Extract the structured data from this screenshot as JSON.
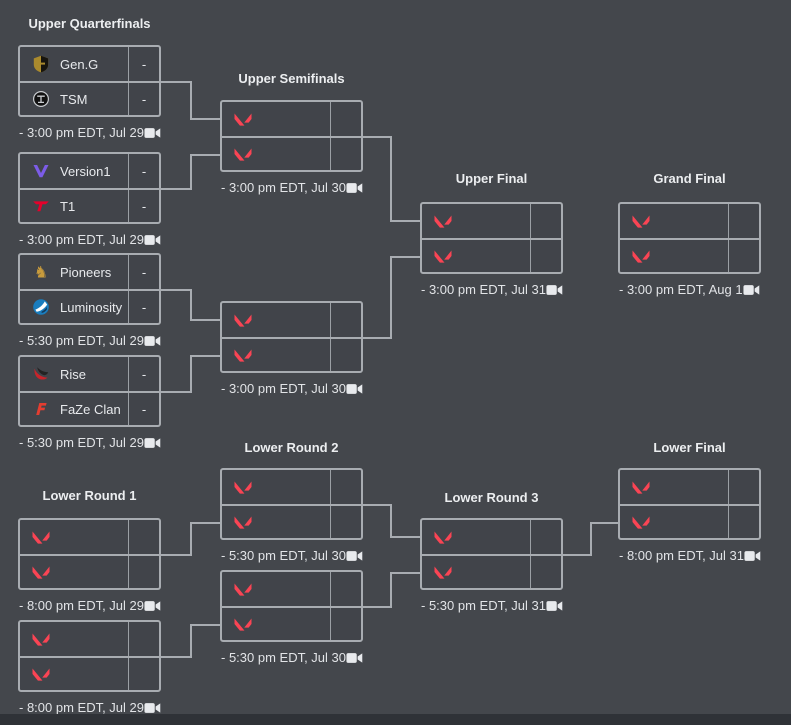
{
  "colors": {
    "background": "#44474C",
    "panel_border": "#A8ACB1",
    "text": "#E8EAED",
    "valorant_red": "#FA4454",
    "footer_strip": "#2F3237"
  },
  "bracket": {
    "rounds": [
      {
        "id": "upper-quarterfinals",
        "label": "Upper Quarterfinals"
      },
      {
        "id": "upper-semifinals",
        "label": "Upper Semifinals"
      },
      {
        "id": "upper-final",
        "label": "Upper Final"
      },
      {
        "id": "grand-final",
        "label": "Grand Final"
      },
      {
        "id": "lower-round-1",
        "label": "Lower Round 1"
      },
      {
        "id": "lower-round-2",
        "label": "Lower Round 2"
      },
      {
        "id": "lower-round-3",
        "label": "Lower Round 3"
      },
      {
        "id": "lower-final",
        "label": "Lower Final"
      }
    ],
    "matches": [
      {
        "id": "uqf1",
        "round": "upper-quarterfinals",
        "teams": [
          {
            "name": "Gen.G",
            "logo": "geng-logo",
            "score": "-"
          },
          {
            "name": "TSM",
            "logo": "tsm-logo",
            "score": "-"
          }
        ],
        "time": "- 3:00 pm EDT, Jul 29",
        "stream_icon": "video-camera-icon"
      },
      {
        "id": "uqf2",
        "round": "upper-quarterfinals",
        "teams": [
          {
            "name": "Version1",
            "logo": "version1-logo",
            "score": "-"
          },
          {
            "name": "T1",
            "logo": "t1-logo",
            "score": "-"
          }
        ],
        "time": "- 3:00 pm EDT, Jul 29",
        "stream_icon": "video-camera-icon"
      },
      {
        "id": "uqf3",
        "round": "upper-quarterfinals",
        "teams": [
          {
            "name": "Pioneers",
            "logo": "pioneers-logo",
            "score": "-"
          },
          {
            "name": "Luminosity",
            "logo": "luminosity-logo",
            "score": "-"
          }
        ],
        "time": "- 5:30 pm EDT, Jul 29",
        "stream_icon": "video-camera-icon"
      },
      {
        "id": "uqf4",
        "round": "upper-quarterfinals",
        "teams": [
          {
            "name": "Rise",
            "logo": "rise-logo",
            "score": "-"
          },
          {
            "name": "FaZe Clan",
            "logo": "faze-logo",
            "score": "-"
          }
        ],
        "time": "- 5:30 pm EDT, Jul 29",
        "stream_icon": "video-camera-icon"
      },
      {
        "id": "usf1",
        "round": "upper-semifinals",
        "teams": [
          {
            "name": "",
            "logo": "valorant-icon",
            "score": ""
          },
          {
            "name": "",
            "logo": "valorant-icon",
            "score": ""
          }
        ],
        "time": "- 3:00 pm EDT, Jul 30",
        "stream_icon": "video-camera-icon"
      },
      {
        "id": "usf2",
        "round": "upper-semifinals",
        "teams": [
          {
            "name": "",
            "logo": "valorant-icon",
            "score": ""
          },
          {
            "name": "",
            "logo": "valorant-icon",
            "score": ""
          }
        ],
        "time": "- 3:00 pm EDT, Jul 30",
        "stream_icon": "video-camera-icon"
      },
      {
        "id": "uf",
        "round": "upper-final",
        "teams": [
          {
            "name": "",
            "logo": "valorant-icon",
            "score": ""
          },
          {
            "name": "",
            "logo": "valorant-icon",
            "score": ""
          }
        ],
        "time": "- 3:00 pm EDT, Jul 31",
        "stream_icon": "video-camera-icon"
      },
      {
        "id": "gf",
        "round": "grand-final",
        "teams": [
          {
            "name": "",
            "logo": "valorant-icon",
            "score": ""
          },
          {
            "name": "",
            "logo": "valorant-icon",
            "score": ""
          }
        ],
        "time": "- 3:00 pm EDT, Aug 1",
        "stream_icon": "video-camera-icon"
      },
      {
        "id": "lr1a",
        "round": "lower-round-1",
        "teams": [
          {
            "name": "",
            "logo": "valorant-icon",
            "score": ""
          },
          {
            "name": "",
            "logo": "valorant-icon",
            "score": ""
          }
        ],
        "time": "- 8:00 pm EDT, Jul 29",
        "stream_icon": "video-camera-icon"
      },
      {
        "id": "lr1b",
        "round": "lower-round-1",
        "teams": [
          {
            "name": "",
            "logo": "valorant-icon",
            "score": ""
          },
          {
            "name": "",
            "logo": "valorant-icon",
            "score": ""
          }
        ],
        "time": "- 8:00 pm EDT, Jul 29",
        "stream_icon": "video-camera-icon"
      },
      {
        "id": "lr2a",
        "round": "lower-round-2",
        "teams": [
          {
            "name": "",
            "logo": "valorant-icon",
            "score": ""
          },
          {
            "name": "",
            "logo": "valorant-icon",
            "score": ""
          }
        ],
        "time": "- 5:30 pm EDT, Jul 30",
        "stream_icon": "video-camera-icon"
      },
      {
        "id": "lr2b",
        "round": "lower-round-2",
        "teams": [
          {
            "name": "",
            "logo": "valorant-icon",
            "score": ""
          },
          {
            "name": "",
            "logo": "valorant-icon",
            "score": ""
          }
        ],
        "time": "- 5:30 pm EDT, Jul 30",
        "stream_icon": "video-camera-icon"
      },
      {
        "id": "lr3",
        "round": "lower-round-3",
        "teams": [
          {
            "name": "",
            "logo": "valorant-icon",
            "score": ""
          },
          {
            "name": "",
            "logo": "valorant-icon",
            "score": ""
          }
        ],
        "time": "- 5:30 pm EDT, Jul 31",
        "stream_icon": "video-camera-icon"
      },
      {
        "id": "lf",
        "round": "lower-final",
        "teams": [
          {
            "name": "",
            "logo": "valorant-icon",
            "score": ""
          },
          {
            "name": "",
            "logo": "valorant-icon",
            "score": ""
          }
        ],
        "time": "- 8:00 pm EDT, Jul 31",
        "stream_icon": "video-camera-icon"
      }
    ]
  }
}
